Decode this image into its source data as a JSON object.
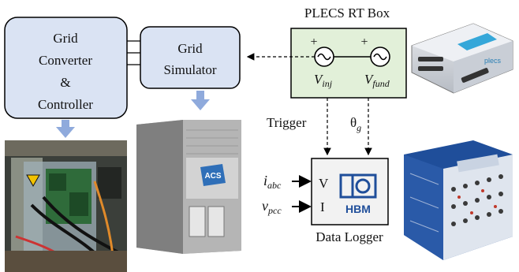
{
  "blocks": {
    "converter": {
      "line1": "Grid",
      "line2": "Converter",
      "line3": "&",
      "line4": "Controller"
    },
    "simulator": {
      "line1": "Grid",
      "line2": "Simulator"
    },
    "rtbox": {
      "title": "PLECS RT Box",
      "plus": "+",
      "vinj": "V",
      "vinj_sub": "inj",
      "vfund": "V",
      "vfund_sub": "fund"
    },
    "logger": {
      "title": "Data Logger",
      "port_v": "V",
      "port_i": "I",
      "logo": "HBM"
    }
  },
  "signals": {
    "trigger": "Trigger",
    "theta": "θ",
    "theta_sub": "g",
    "iabc": "i",
    "iabc_sub": "abc",
    "vpcc": "v",
    "vpcc_sub": "pcc"
  },
  "photo_labels": {
    "acs": "ACS",
    "plecs": "plecs"
  },
  "colors": {
    "block_fill": "#dae3f3",
    "rtbox_fill": "#e2f0d9",
    "down_arrow": "#8faadc",
    "stroke": "#000000"
  }
}
